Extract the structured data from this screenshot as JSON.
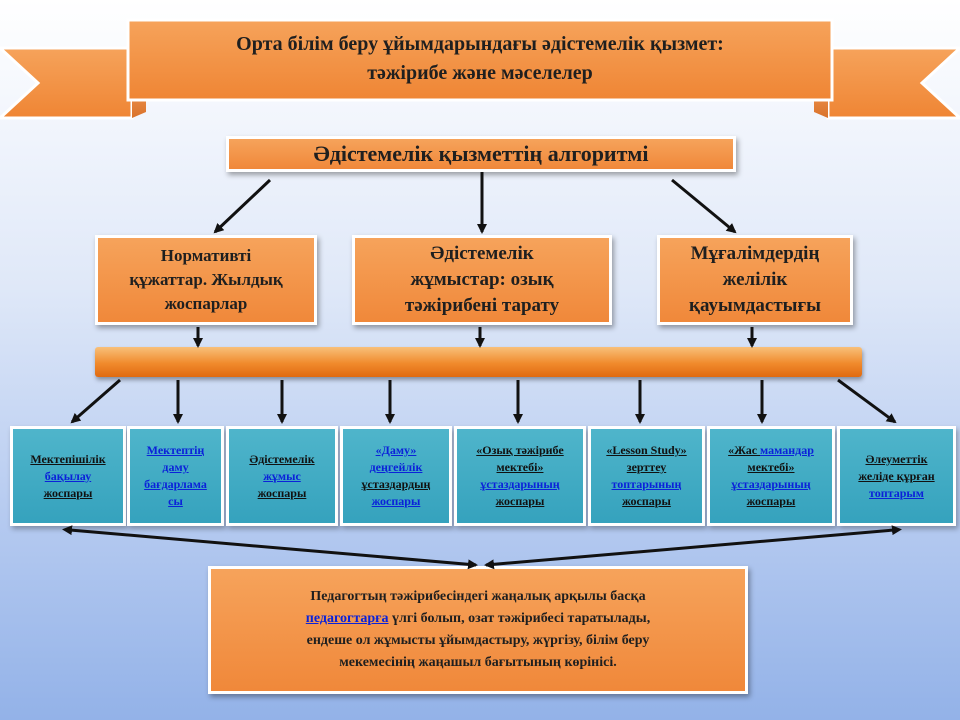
{
  "banner": {
    "title_line1": "Орта білім беру ұйымдарындағы әдістемелік қызмет:",
    "title_line2": "тәжірибе және мәселелер"
  },
  "algorithm_title": "Әдістемелік қызметтің алгоритмі",
  "categories": [
    {
      "lines": [
        "Нормативті",
        "құжаттар.  Жылдық",
        "жоспарлар"
      ]
    },
    {
      "lines": [
        "Әдістемелік",
        "жұмыстар: озық",
        "тәжірибені тарату"
      ]
    },
    {
      "lines": [
        "Мұғалімдердің",
        "желілік",
        "қауымдастығы"
      ]
    }
  ],
  "plans": [
    {
      "l1": "Мектепішілік",
      "l2": "бақылау",
      "l3": "жоспары"
    },
    {
      "l1": "Мектептің",
      "l2": "даму",
      "l3": "бағдарлама",
      "l4": "сы"
    },
    {
      "l1": "Әдістемелік",
      "l2": "жұмыс",
      "l3": "жоспары"
    },
    {
      "l1": "«Даму»",
      "l2": "деңгейлік",
      "l3": "ұстаздардың",
      "l4": "жоспары"
    },
    {
      "l1": "«Озық тәжірибе",
      "l2": "мектебі»",
      "l3": "ұстаздарының",
      "l4": "жоспары"
    },
    {
      "l1": "«Lesson Study»",
      "l2": "зерттеу",
      "l3": "топтарының",
      "l4": "жоспары"
    },
    {
      "l1a": "«Жас ",
      "l1b": "мамандар",
      "l2": "мектебі»",
      "l3": "ұстаздарының",
      "l4": "жоспары"
    },
    {
      "l1": "Әлеуметтік",
      "l2": "желіде құрған",
      "l3": "топтарым"
    }
  ],
  "summary": {
    "l1": "Педагогтың тәжірибесіндегі жаңалық арқылы басқа",
    "l2_link": "педагогтарға",
    "l2_rest": " үлгі болып, озат тәжірибесі таратылады,",
    "l3": "ендеше ол жұмысты ұйымдастыру, жүргізу, білім беру",
    "l4": "мекемесінің жаңашыл бағытының көрінісі."
  },
  "colors": {
    "orange": "#f0883a",
    "teal": "#35a2bd",
    "link": "#0b22d9"
  }
}
